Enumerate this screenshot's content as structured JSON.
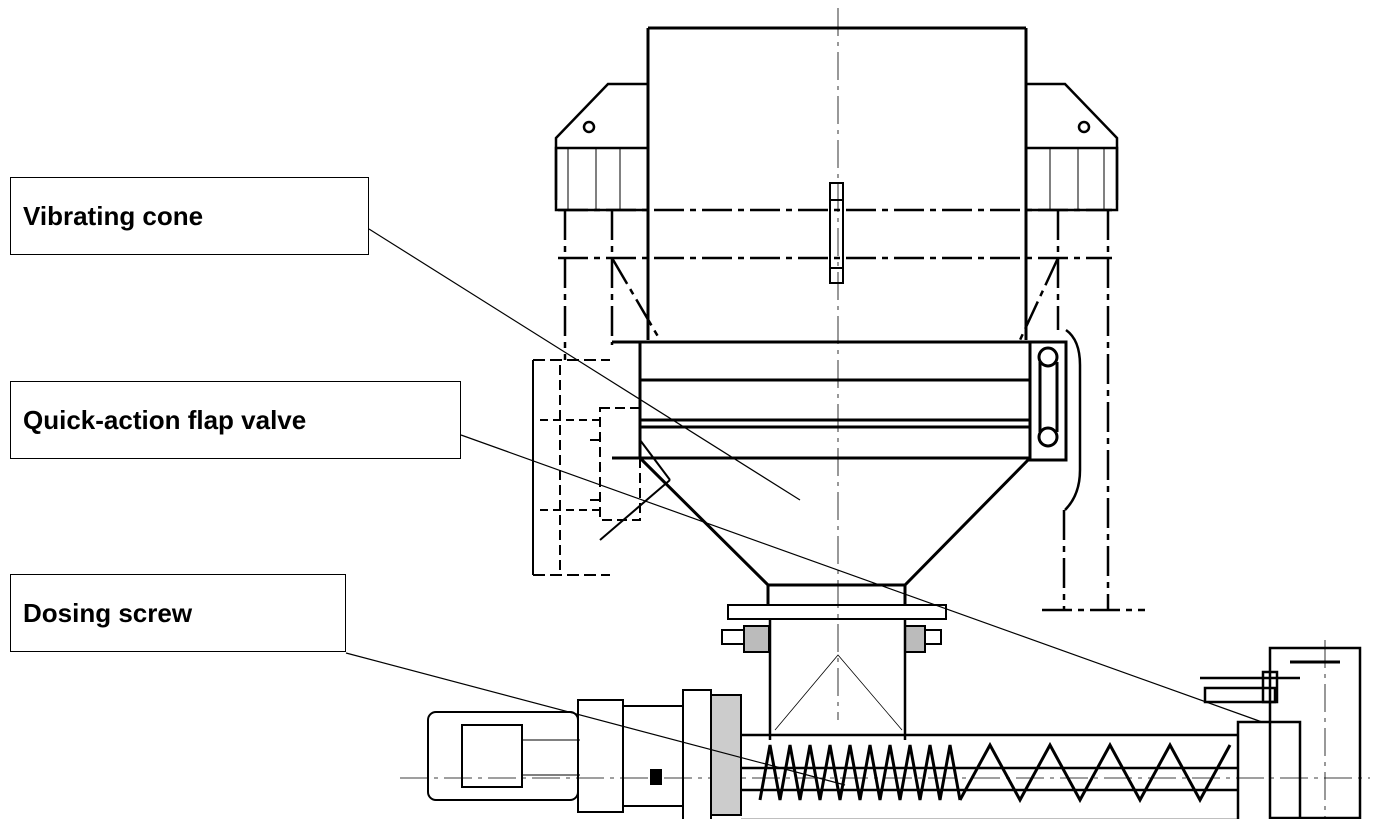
{
  "diagram": {
    "title": "",
    "labels": [
      {
        "id": "vibrating-cone",
        "text": "Vibrating cone"
      },
      {
        "id": "quick-action-flap-valve",
        "text": "Quick-action flap valve"
      },
      {
        "id": "dosing-screw",
        "text": "Dosing screw"
      }
    ],
    "colors": {
      "ink": "#000000",
      "background": "#ffffff"
    }
  }
}
